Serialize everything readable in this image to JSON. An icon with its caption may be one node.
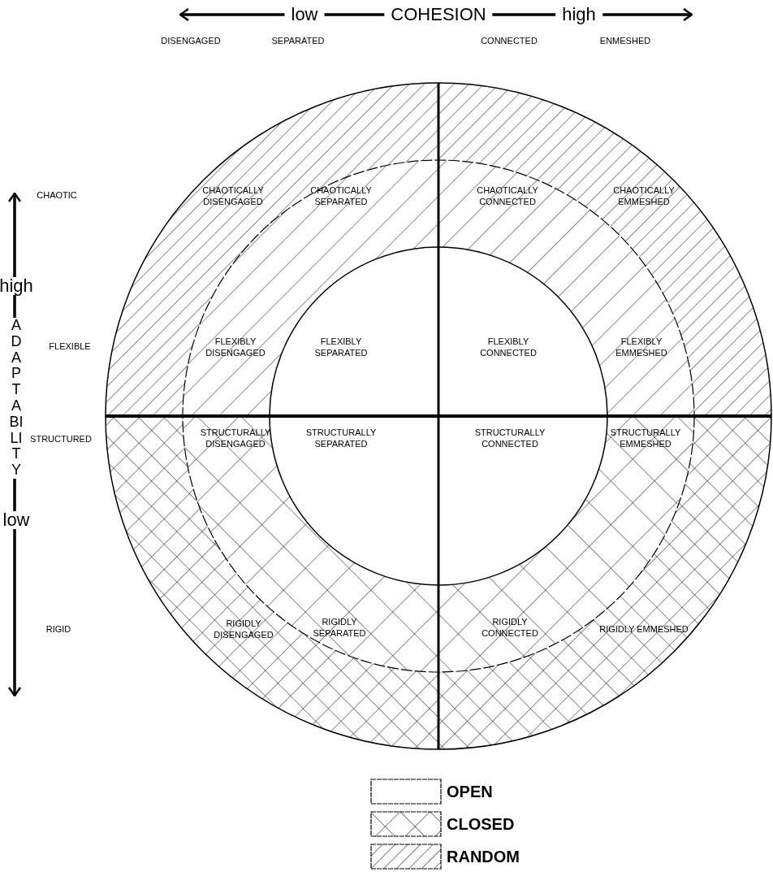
{
  "diagram": {
    "labels": [
      "low",
      "COHESION",
      "high",
      "DISENGAGED",
      "SEPARATED",
      "CONNECTED",
      "ENMESHED",
      "CHAOTIC",
      "CHAOTICALLY DISENGAGED",
      "CHAOTICALLY SEPARATED",
      "CHAOTICALLY CONNECTED",
      "CHAOTICALLY EMMESHED",
      "high",
      "ADAPTABILITY",
      "FLEXIBLE",
      "FLEXIBLY DISENGAGED",
      "FLEXIBLY SEPARATED",
      "FLEXIBLY CONNECTED",
      "FLEXIBLY EMMESHED",
      "STRUCTURED",
      "STRUCTURALLY DISENGAGED",
      "STRUCTURALLY SEPARATED",
      "STRUCTURALLY CONNECTED",
      "STRUCTURALLY EMMESHED",
      "low",
      "RIGID",
      "RIGIDLY DISENGAGED",
      "RIGIDLY SEPARATED",
      "RIGIDLY CONNECTED",
      "RIGIDLY EMMESHED"
    ],
    "legend": [
      {
        "text": "OPEN"
      },
      {
        "text": "CLOSED"
      },
      {
        "text": "RANDOM"
      }
    ]
  }
}
